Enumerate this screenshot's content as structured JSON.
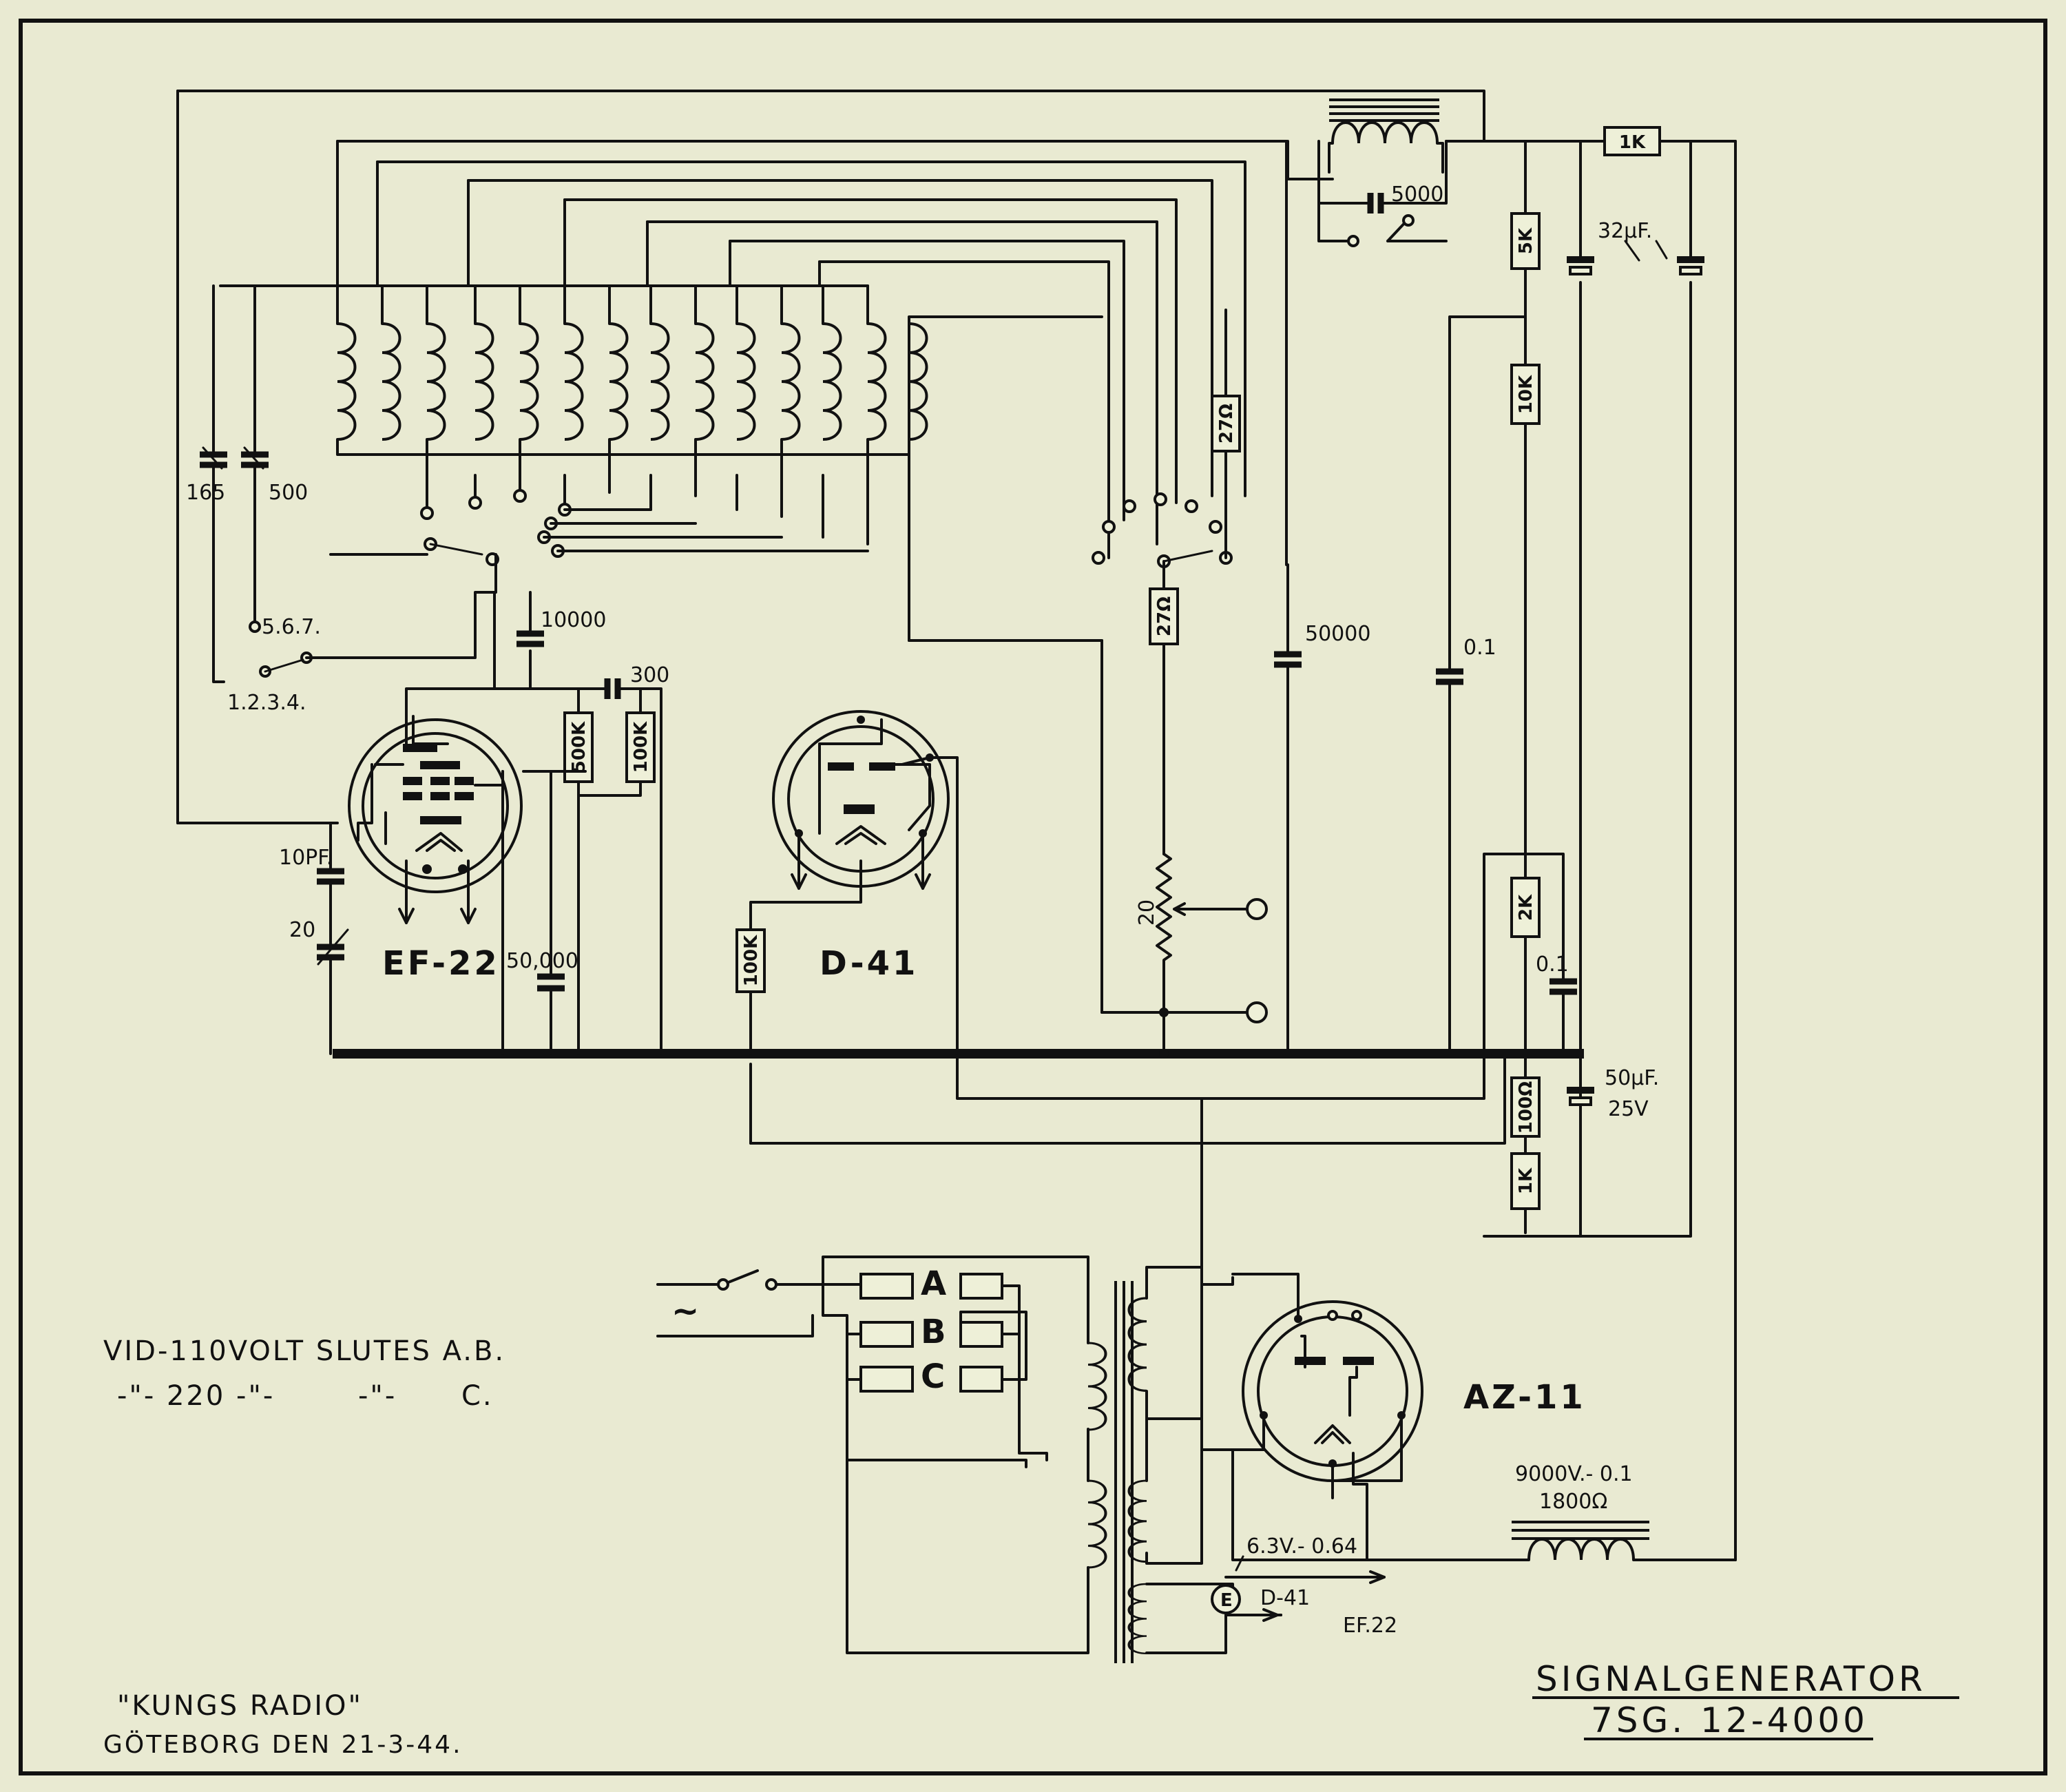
{
  "tubes": {
    "ef22": "EF-22",
    "d41": "D-41",
    "az11": "AZ-11"
  },
  "components": {
    "r_1k_top": "1K",
    "r_5k": "5K",
    "r_10k": "10K",
    "r_27_a": "27Ω",
    "r_27_b": "27Ω",
    "r_500k": "500K",
    "r_100k_a": "100K",
    "r_100k_b": "100K",
    "r_2k": "2K",
    "r_100": "100Ω",
    "r_1k_bottom": "1K",
    "pot_20": "20",
    "c_5000": "5000",
    "c_32uf": "32µF.",
    "c_165": "165",
    "c_500": "500",
    "c_10000": "10000",
    "c_300": "300",
    "c_50000_a": "50000",
    "c_0_1_a": "0.1",
    "c_10pf": "10PF.",
    "c_20": "20",
    "c_50000_b": "50,000",
    "c_0_1_b": "0.1",
    "c_50uf": "50µF.",
    "c_25v": "25V",
    "sw_567": "5.6.7.",
    "sw_1234": "1.2.3.4."
  },
  "mains": {
    "symbol": "~",
    "tap_a": "A",
    "tap_b": "B",
    "tap_c": "C"
  },
  "choke": {
    "rating": "9000V.- 0.1",
    "resistance": "1800Ω"
  },
  "heater": {
    "rating": "6.3V.- 0.64",
    "lamp": "E",
    "to_d41": "D-41",
    "to_ef22": "EF.22"
  },
  "notes": {
    "line1": "VID-110VOLT SLUTES A.B.",
    "line2_a": "-\"- 220 -\"-",
    "line2_b": "-\"-",
    "line2_c": "C."
  },
  "maker": {
    "name": "\"KUNGS RADIO\"",
    "place_date": "GÖTEBORG DEN 21-3-44."
  },
  "title": {
    "name": "SIGNALGENERATOR",
    "model": "7SG. 12-4000"
  }
}
